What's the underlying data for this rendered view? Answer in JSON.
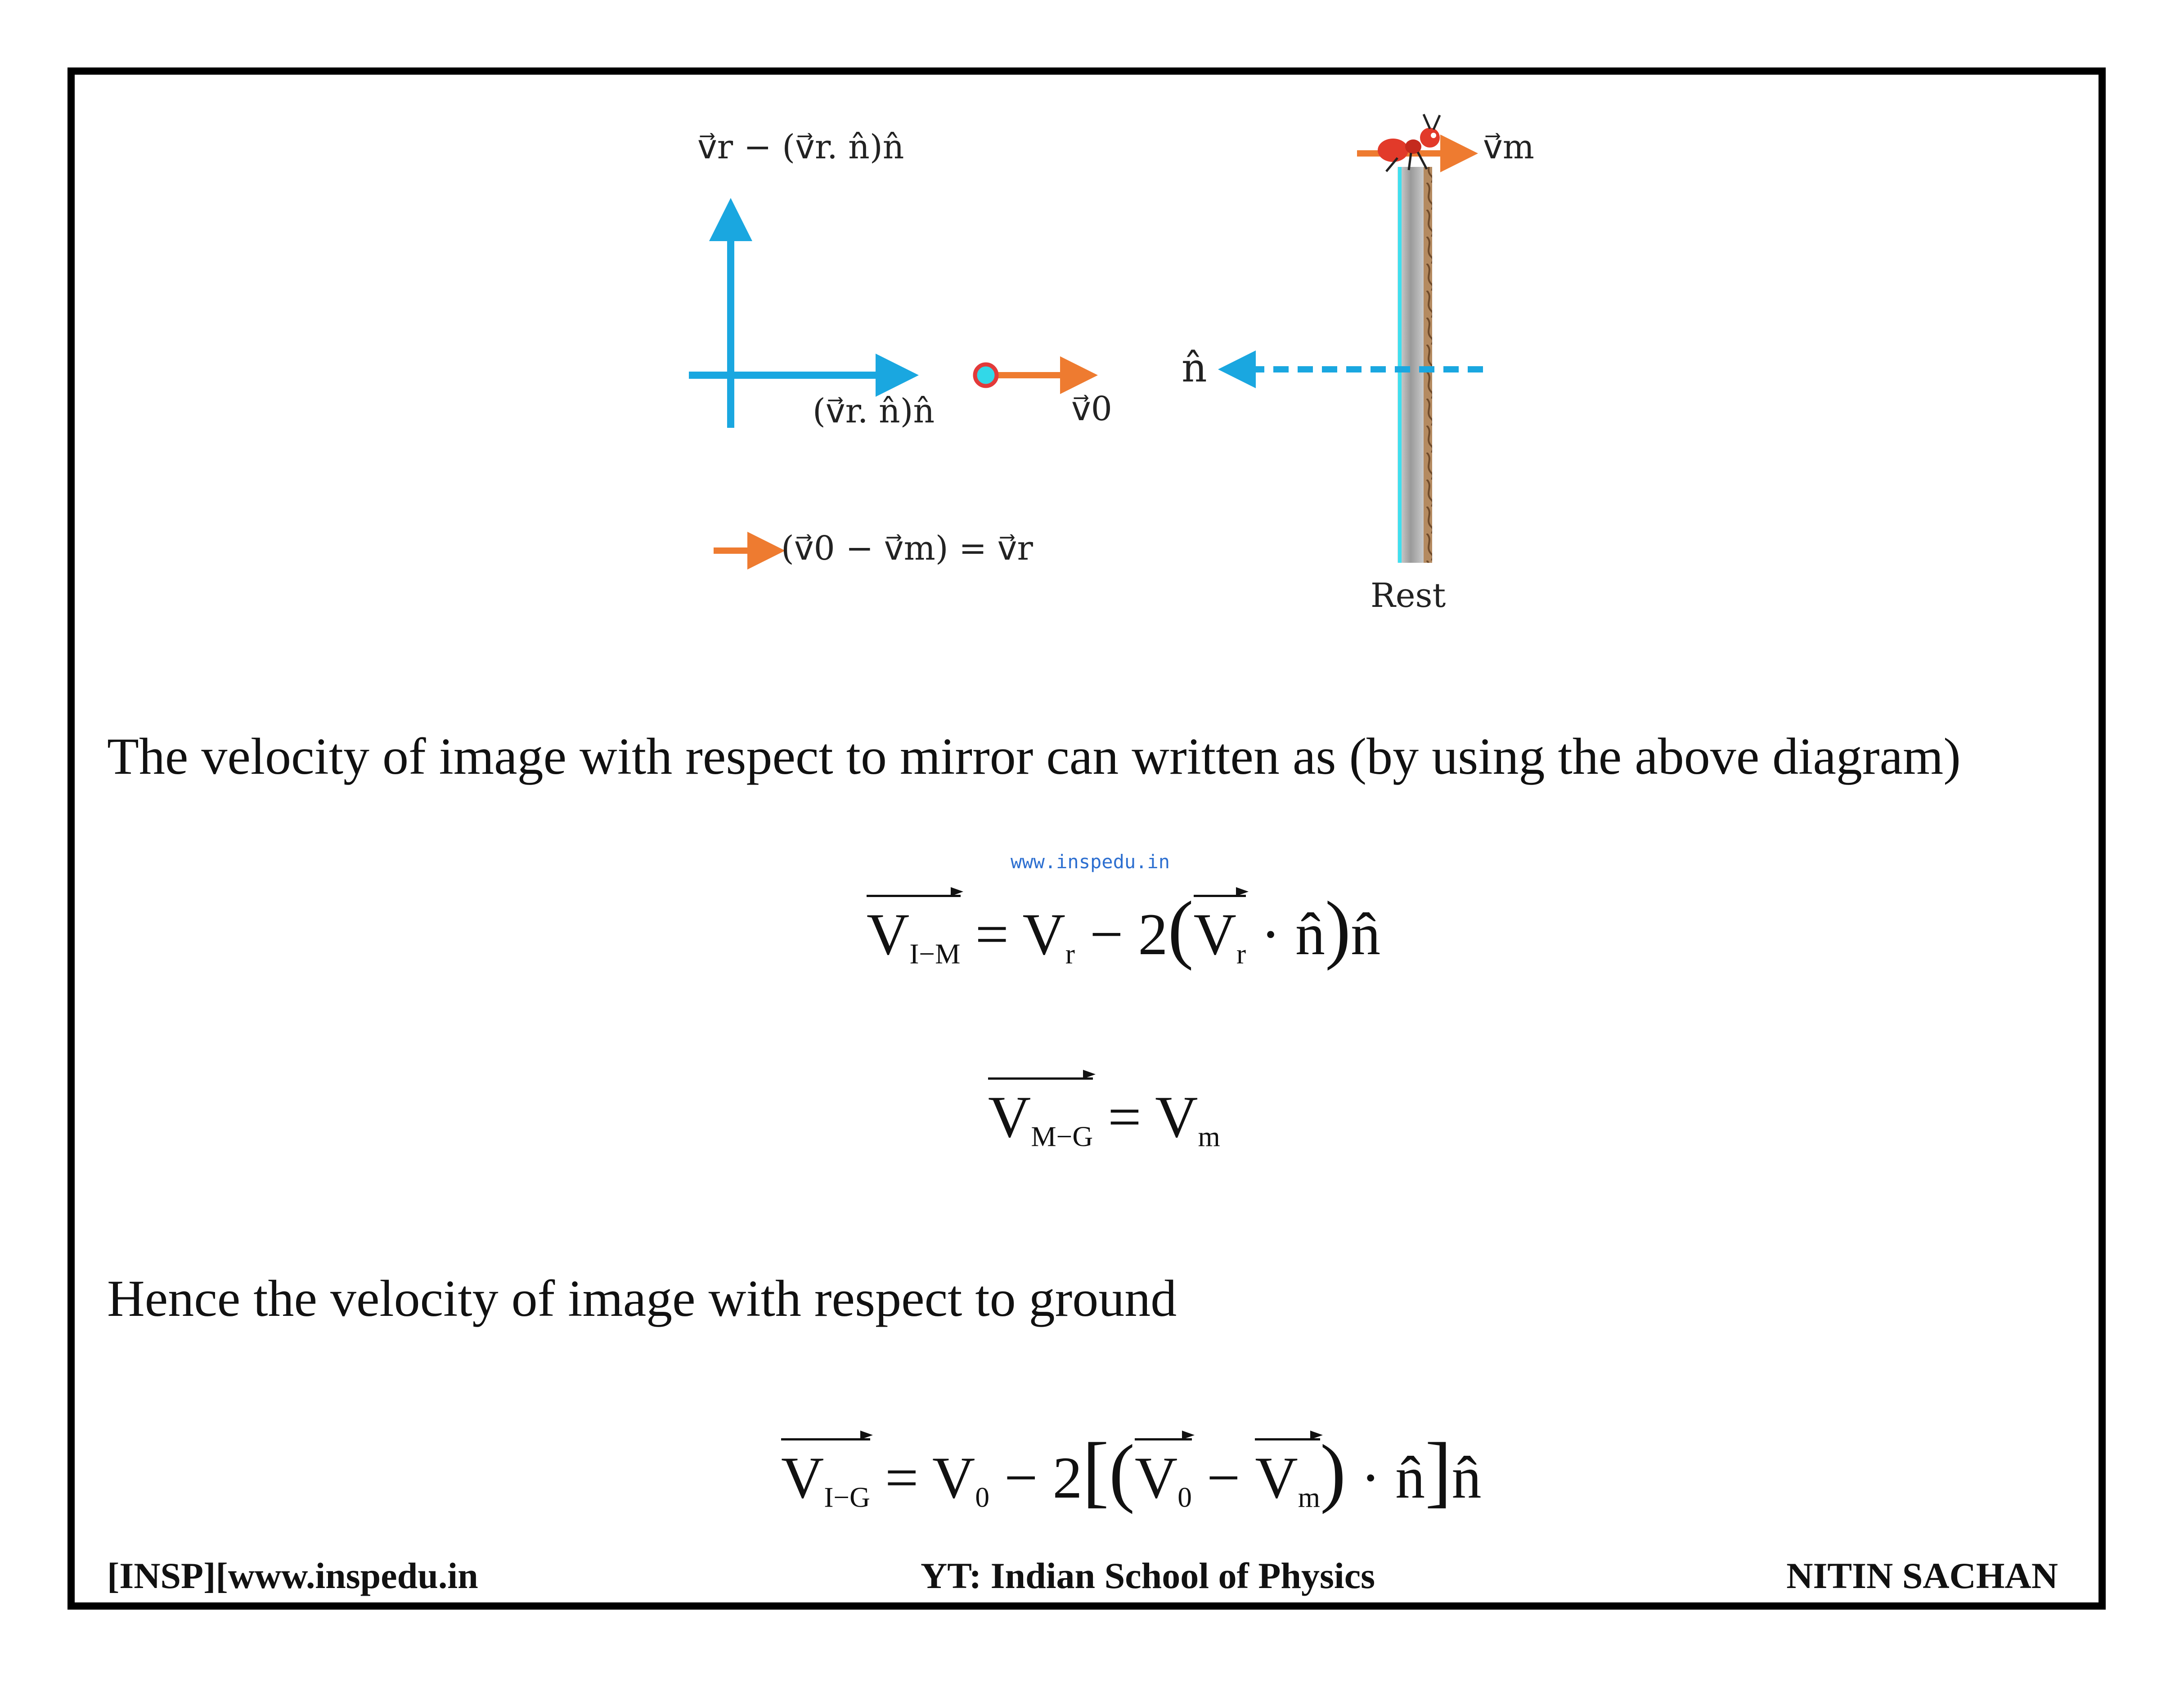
{
  "diagram": {
    "label_vr_minus": "v⃗r − (v⃗r. n̂)n̂",
    "label_vr_dot_n": "(v⃗r. n̂)n̂",
    "label_v0": "v⃗0",
    "label_relation": "(v⃗0 − v⃗m) = v⃗r",
    "label_n_hat": "n̂",
    "label_vm": "v⃗m",
    "label_rest": "Rest",
    "colors": {
      "blue": "#1aa7e0",
      "orange": "#ee7b30",
      "cyan": "#32d8e8"
    }
  },
  "text": {
    "paragraph1": "The velocity of image with respect to mirror can written as (by using the above diagram)",
    "paragraph2": "Hence the velocity of image with respect to ground"
  },
  "watermark": "www.inspedu.in",
  "equations": {
    "eq1": {
      "lhs_main": "V",
      "lhs_sub": "I−M",
      "rhs": "= V",
      "rhs_sub": "r",
      "rest1": "− 2",
      "inner": "V",
      "inner_sub": "r",
      "dot_n": "· n̂",
      "end": "n̂"
    },
    "eq2": {
      "lhs_main": "V",
      "lhs_sub": "M−G",
      "rhs": "= V",
      "rhs_sub": "m"
    },
    "eq3": {
      "lhs_main": "V",
      "lhs_sub": "I−G",
      "rhs": "= V",
      "rhs_sub": "0",
      "rest1": "− 2",
      "a": "V",
      "a_sub": "0",
      "minus": "−",
      "b": "V",
      "b_sub": "m",
      "dot_n": "· n̂",
      "end": "n̂"
    }
  },
  "footer": {
    "left": "[INSP][www.inspedu.in",
    "center": "YT: Indian School of Physics",
    "right": "NITIN SACHAN"
  }
}
